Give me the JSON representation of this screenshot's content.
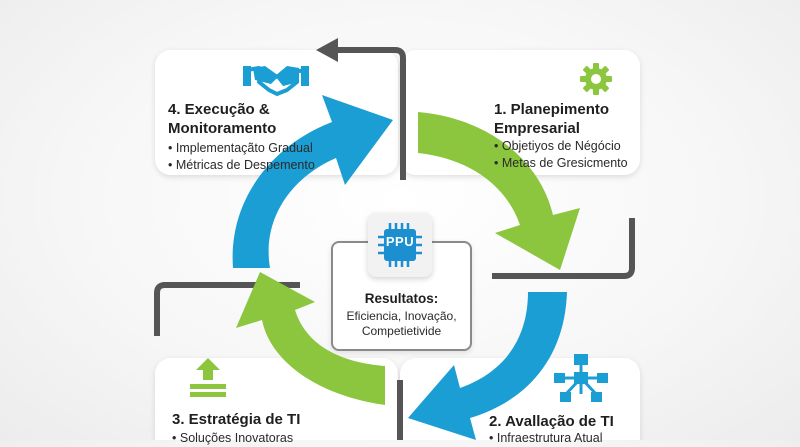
{
  "center": {
    "chip_label": "PPU",
    "title": "Resultatos:",
    "line1": "Eficiencia, Inovação,",
    "line2": "Competietivide"
  },
  "cards": {
    "plan": {
      "title_line1": "1. Planepimento",
      "title_line2": "Empresarial",
      "bullets": [
        "Objetiyos de Négócio",
        "Metas de Gresicmento"
      ],
      "icon": "gear-icon"
    },
    "eval": {
      "title": "2. Avallação de TI",
      "bullets": [
        "Infraestrutura Atual"
      ],
      "icon": "network-icon"
    },
    "strategy": {
      "title": "3. Estratégia de TI",
      "bullets": [
        "Soluções Inovatoras"
      ],
      "icon": "upload-icon"
    },
    "exec": {
      "title_line1": "4. Execução &",
      "title_line2": "Monitoramento",
      "bullets": [
        "Implementaçãto Gradual",
        "Métricas de Despemento"
      ],
      "icon": "handshake-icon"
    }
  },
  "colors": {
    "blue": "#1b9ed3",
    "green": "#8cc63f",
    "dark_gray": "#555555",
    "chip_blue": "#1b8fd0"
  }
}
